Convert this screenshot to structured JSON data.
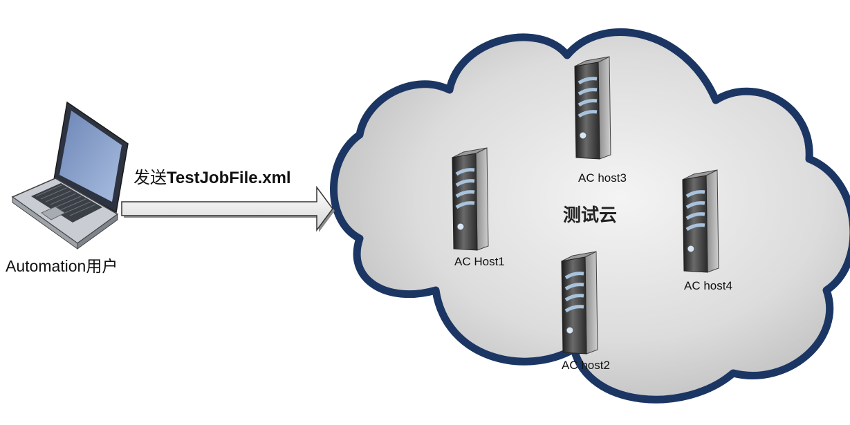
{
  "user": {
    "label": "Automation用户",
    "icon": "laptop-icon"
  },
  "arrow": {
    "prefix": "发送",
    "filename": "TestJobFile.xml"
  },
  "cloud": {
    "label": "测试云"
  },
  "hosts": [
    {
      "label": "AC Host1",
      "icon": "server-icon"
    },
    {
      "label": "AC host2",
      "icon": "server-icon"
    },
    {
      "label": "AC host3",
      "icon": "server-icon"
    },
    {
      "label": "AC host4",
      "icon": "server-icon"
    }
  ],
  "colors": {
    "cloud_outline": "#1c3664",
    "cloud_fill": "#d9dadb",
    "server_body": "#3a3a3a",
    "server_stripes": "#a9c3dd"
  }
}
